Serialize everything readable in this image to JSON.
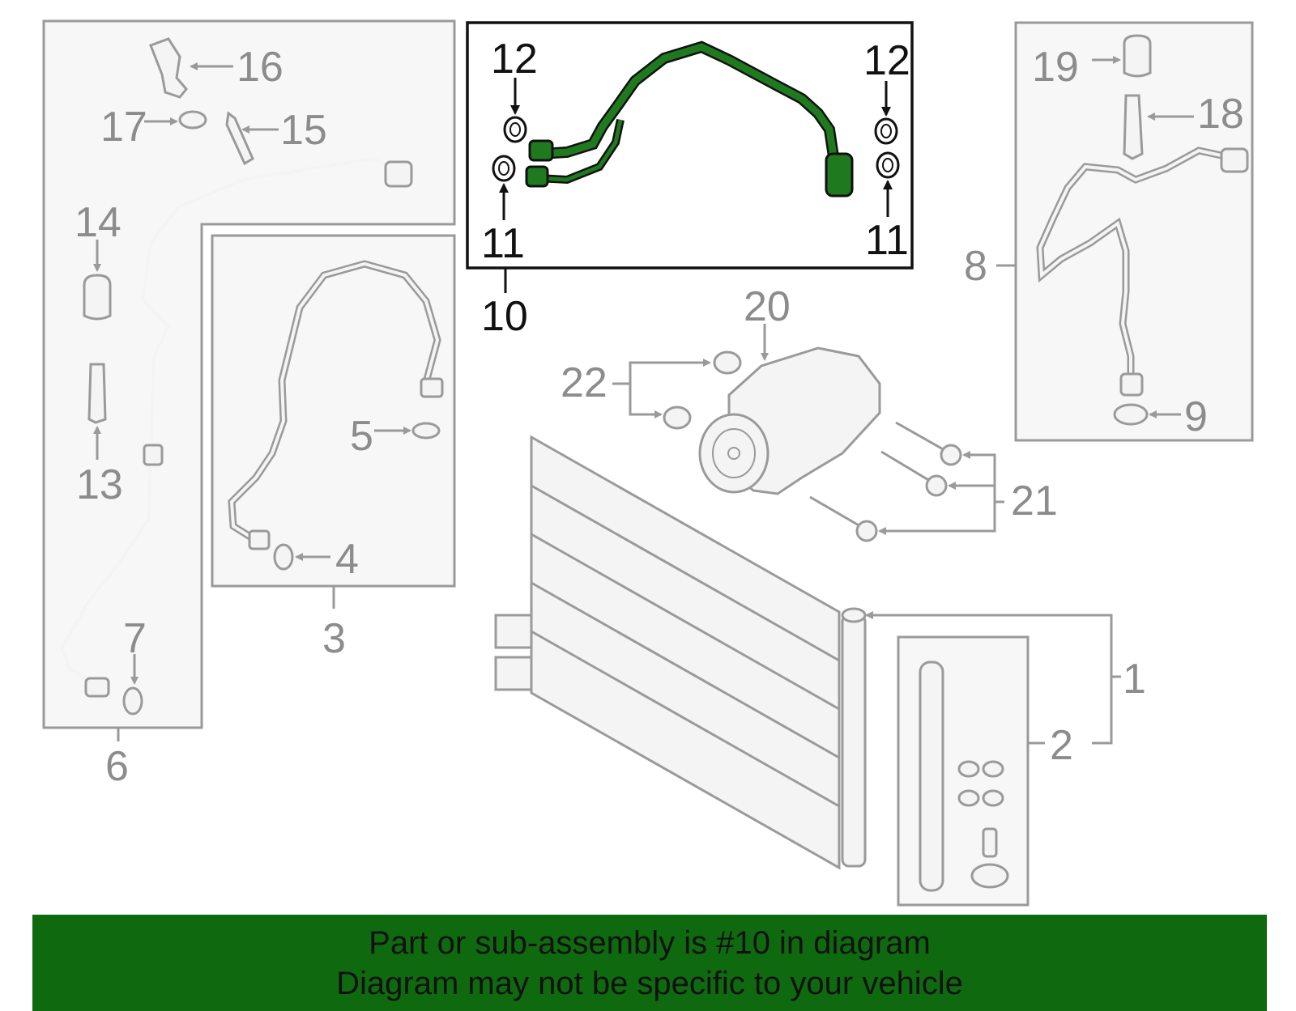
{
  "banner": {
    "line1": "Part or sub-assembly is #10 in diagram",
    "line2": "Diagram may not be specific to your vehicle",
    "background": "#0f6a0f"
  },
  "colors": {
    "highlight": "#1f7a1f",
    "outline": "#9a9a9a",
    "panel": "#f7f7f7",
    "highlight_frame": "#111111"
  },
  "callouts": {
    "c1": "1",
    "c2": "2",
    "c3": "3",
    "c4": "4",
    "c5": "5",
    "c6": "6",
    "c7": "7",
    "c8": "8",
    "c9": "9",
    "c10": "10",
    "c11a": "11",
    "c11b": "11",
    "c12a": "12",
    "c12b": "12",
    "c13": "13",
    "c14": "14",
    "c15": "15",
    "c16": "16",
    "c17": "17",
    "c18": "18",
    "c19": "19",
    "c20": "20",
    "c21": "21",
    "c22": "22"
  }
}
